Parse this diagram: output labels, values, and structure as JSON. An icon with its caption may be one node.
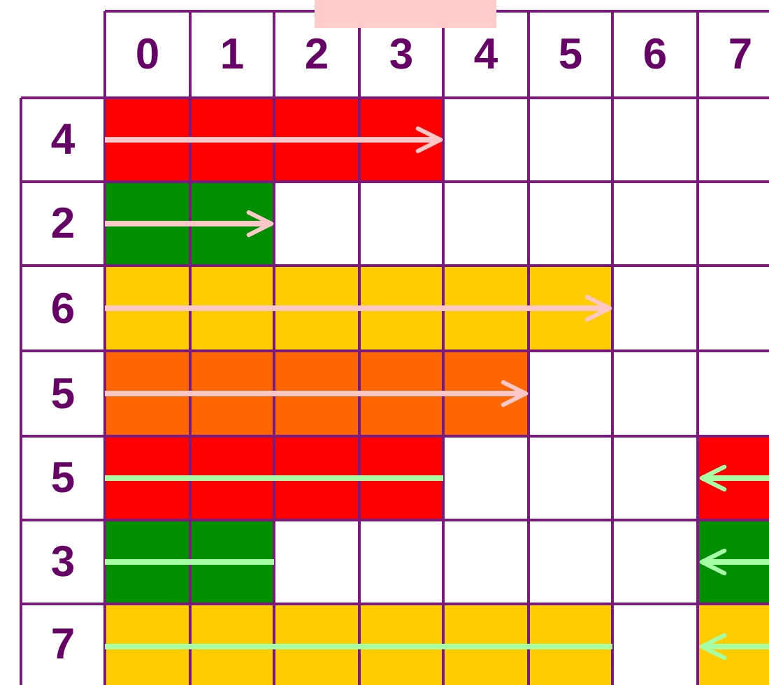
{
  "diagram": {
    "labels": [
      "0",
      "1",
      "2",
      "3",
      "4",
      "5",
      "6",
      "7",
      "4",
      "2",
      "6",
      "5",
      "5",
      "3",
      "7"
    ]
  }
}
